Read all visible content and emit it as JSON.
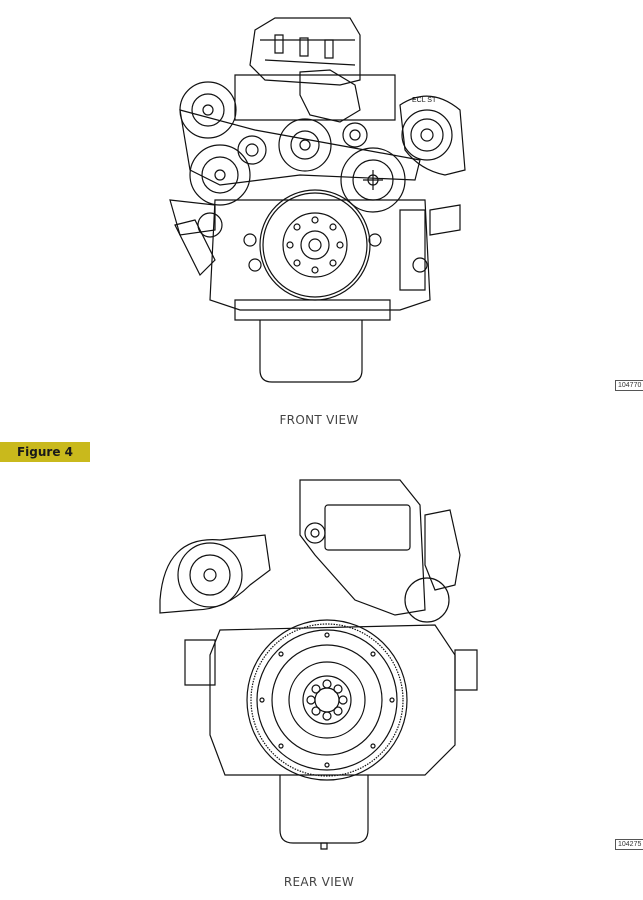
{
  "figure": {
    "label": "Figure 4",
    "label_color": "#c9b91c"
  },
  "front_view": {
    "caption": "FRONT VIEW",
    "part_number": "104770",
    "turbo_marking": "ECL ST"
  },
  "rear_view": {
    "caption": "REAR VIEW",
    "part_number": "104275"
  }
}
